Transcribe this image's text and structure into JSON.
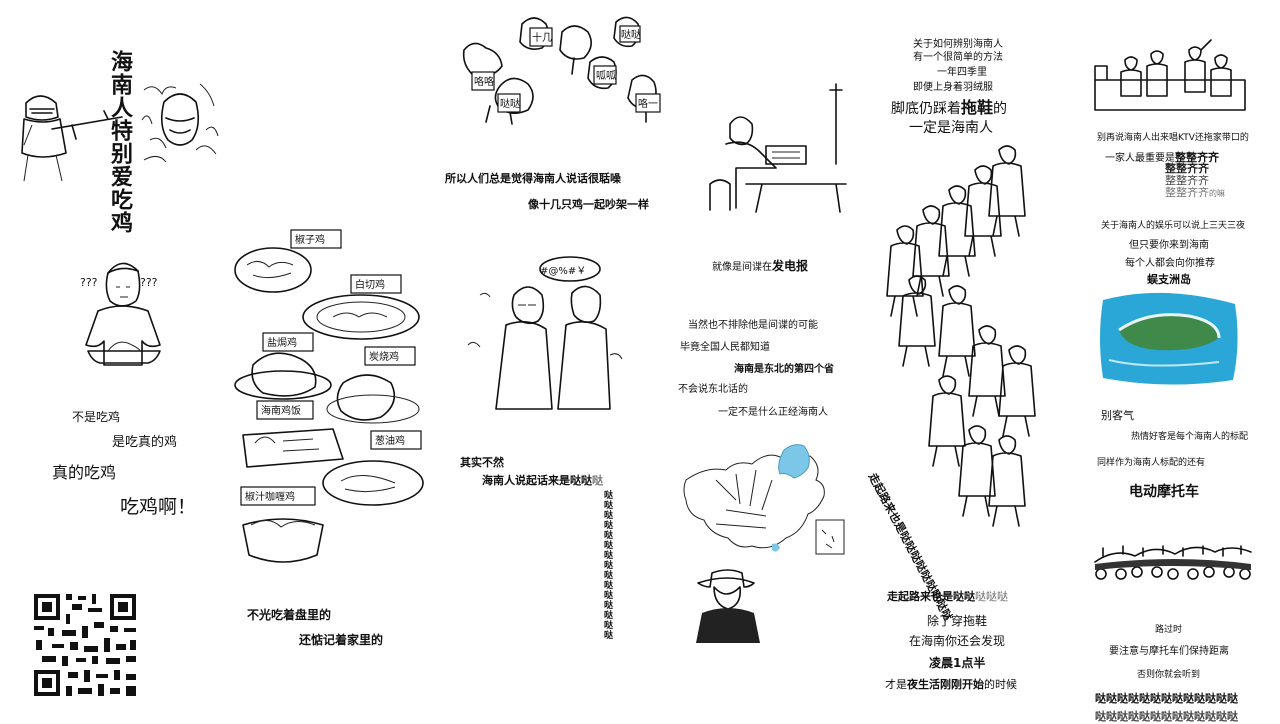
{
  "p1": {
    "title": "海南人特别爱吃鸡",
    "q_left": "???",
    "q_right": "???",
    "l1": "不是吃鸡",
    "l2": "是吃真的鸡",
    "l3": "真的吃鸡",
    "l4": "吃鸡啊！"
  },
  "p2": {
    "dish1": "椒子鸡",
    "dish2": "白切鸡",
    "dish3": "盐焗鸡",
    "dish4": "炭烧鸡",
    "dish5": "海南鸡饭",
    "dish6": "葱油鸡",
    "dish7": "椒汁咖喱鸡",
    "l1": "不光吃着盘里的",
    "l2": "还惦记着家里的"
  },
  "p3": {
    "sign1": "咯咯",
    "sign2": "十几",
    "sign3": "哒哒",
    "sign4": "呱呱",
    "sign5": "咯一",
    "sign6": "哒哒",
    "l1": "所以人们总是觉得海南人说话很聒噪",
    "l2": "像十几只鸡一起吵架一样",
    "bubble": "#@%#￥",
    "l3": "其实不然",
    "l4": "海南人说起话来是哒哒",
    "l4_tail": "哒",
    "vert": "哒哒哒哒哒哒哒哒哒哒哒哒哒哒哒"
  },
  "p4": {
    "l1_pre": "就像是间谍在",
    "l1_bold": "发电报",
    "l2": "当然也不排除他是间谍的可能",
    "l3": "毕竟全国人民都知道",
    "l4": "海南是东北的第四个省",
    "l5": "不会说东北话的",
    "l6": "一定不是什么正经海南人"
  },
  "p5": {
    "l1": "关于如何辨别海南人",
    "l2": "有一个很简单的方法",
    "l3": "一年四季里",
    "l4": "即便上身着羽绒服",
    "l5_pre": "脚底仍踩着",
    "l5_bold": "拖鞋",
    "l5_post": "的",
    "l6": "一定是海南人",
    "diag": "走起路来也是哒哒哒哒哒哒哒哒哒",
    "l7_bold": "走起路来也是哒哒",
    "l7_tail": "哒哒哒",
    "l8": "除了穿拖鞋",
    "l9": "在海南你还会发现",
    "l10": "凌晨1点半",
    "l11_pre": "才是",
    "l11_bold": "夜生活刚刚开始",
    "l11_post": "的时候"
  },
  "p6": {
    "l1": "别再说海南人出来唱KTV还拖家带口的",
    "l2_pre": "一家人最重要是",
    "l2_bold": "整整齐齐",
    "l3": "整整齐齐",
    "l4": "整整齐齐",
    "l5": "整整齐齐",
    "l5_post": "的嘛",
    "l6": "关于海南人的娱乐可以说上三天三夜",
    "l7": "但只要你来到海南",
    "l8": "每个人都会向你推荐",
    "l9": "蜈支洲岛",
    "l10": "别客气",
    "l11": "热情好客是每个海南人的标配",
    "l12": "同样作为海南人标配的还有",
    "l13": "电动摩托车",
    "l14": "路过时",
    "l15": "要注意与摩托车们保持距离",
    "l16": "否则你就会听到",
    "l17": "哒哒哒哒哒哒哒哒哒哒哒哒哒"
  },
  "colors": {
    "ink": "#111111",
    "map_highlight": "#7cc7e8",
    "sea": "#2aa7d6",
    "island": "#3f8a4a"
  }
}
